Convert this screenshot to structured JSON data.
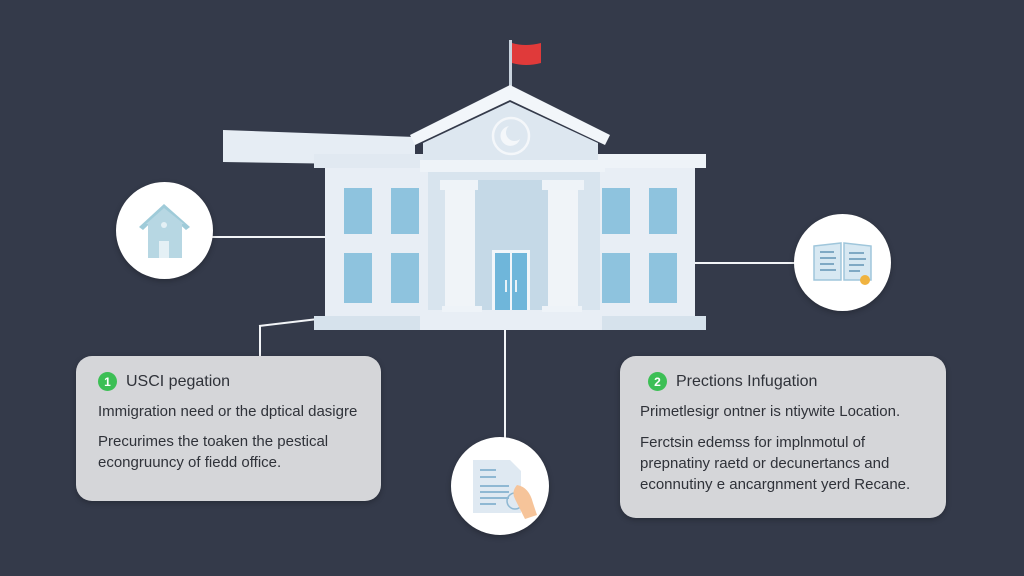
{
  "colors": {
    "background": "#343a4a",
    "building": "#e8eef5",
    "window": "#8ec3de",
    "flag": "#e03a3a",
    "badge": "#3cbf55",
    "card": "#d5d6d9"
  },
  "building": {
    "flag_icon": "flag-icon",
    "emblem_icon": "crescent-seal-icon"
  },
  "nodes": {
    "left": {
      "icon": "house-icon"
    },
    "right": {
      "icon": "open-book-icon"
    },
    "bottom": {
      "icon": "document-signing-icon"
    }
  },
  "cards": [
    {
      "number": "1",
      "title": "USCI pegation",
      "subtitle": "Immigration need or the dptical dasigre",
      "body": [
        "Precurimes the toaken the pestical",
        "econgruuncy of fiedd office."
      ]
    },
    {
      "number": "2",
      "title": "Prections Infugation",
      "subtitle": "Primetlesigr ontner is ntiywite Location.",
      "body": [
        "Ferctsin edemss for implnmotul of",
        "prepnatiny raetd or decunertancs and",
        "econnutiny e ancargnment yerd Recane."
      ]
    }
  ]
}
